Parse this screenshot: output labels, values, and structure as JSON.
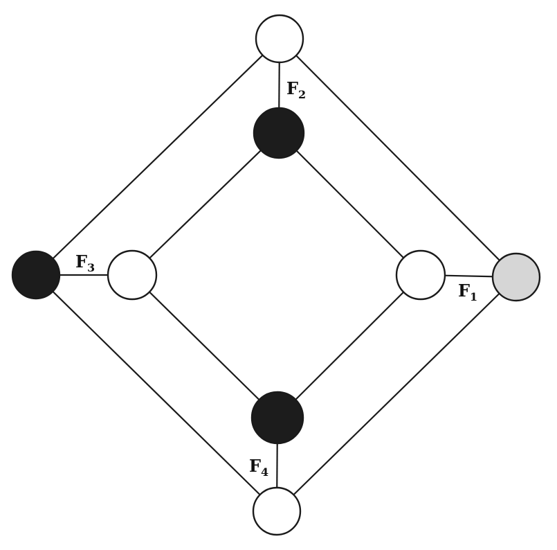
{
  "colors": {
    "line": "#1a1a1a",
    "node_filled": "#1c1c1c",
    "node_empty": "#ffffff",
    "node_highlight": "#d6d6d6"
  },
  "nodes": [
    {
      "id": "outer-top",
      "fill": "empty"
    },
    {
      "id": "outer-left",
      "fill": "filled"
    },
    {
      "id": "outer-right",
      "fill": "highlight"
    },
    {
      "id": "outer-bottom",
      "fill": "empty"
    },
    {
      "id": "inner-top",
      "fill": "filled"
    },
    {
      "id": "inner-left",
      "fill": "empty"
    },
    {
      "id": "inner-right",
      "fill": "empty"
    },
    {
      "id": "inner-bottom",
      "fill": "filled"
    }
  ],
  "edges": [
    {
      "from": "outer-top",
      "to": "outer-left"
    },
    {
      "from": "outer-top",
      "to": "outer-right"
    },
    {
      "from": "outer-left",
      "to": "outer-bottom"
    },
    {
      "from": "outer-right",
      "to": "outer-bottom"
    },
    {
      "from": "inner-top",
      "to": "inner-left"
    },
    {
      "from": "inner-top",
      "to": "inner-right"
    },
    {
      "from": "inner-left",
      "to": "inner-bottom"
    },
    {
      "from": "inner-right",
      "to": "inner-bottom"
    },
    {
      "from": "outer-top",
      "to": "inner-top",
      "label": "F2"
    },
    {
      "from": "outer-left",
      "to": "inner-left",
      "label": "F3"
    },
    {
      "from": "outer-right",
      "to": "inner-right",
      "label": "F1"
    },
    {
      "from": "outer-bottom",
      "to": "inner-bottom",
      "label": "F4"
    }
  ],
  "labels": {
    "f1": {
      "main": "F",
      "sub": "1"
    },
    "f2": {
      "main": "F",
      "sub": "2"
    },
    "f3": {
      "main": "F",
      "sub": "3"
    },
    "f4": {
      "main": "F",
      "sub": "4"
    }
  }
}
